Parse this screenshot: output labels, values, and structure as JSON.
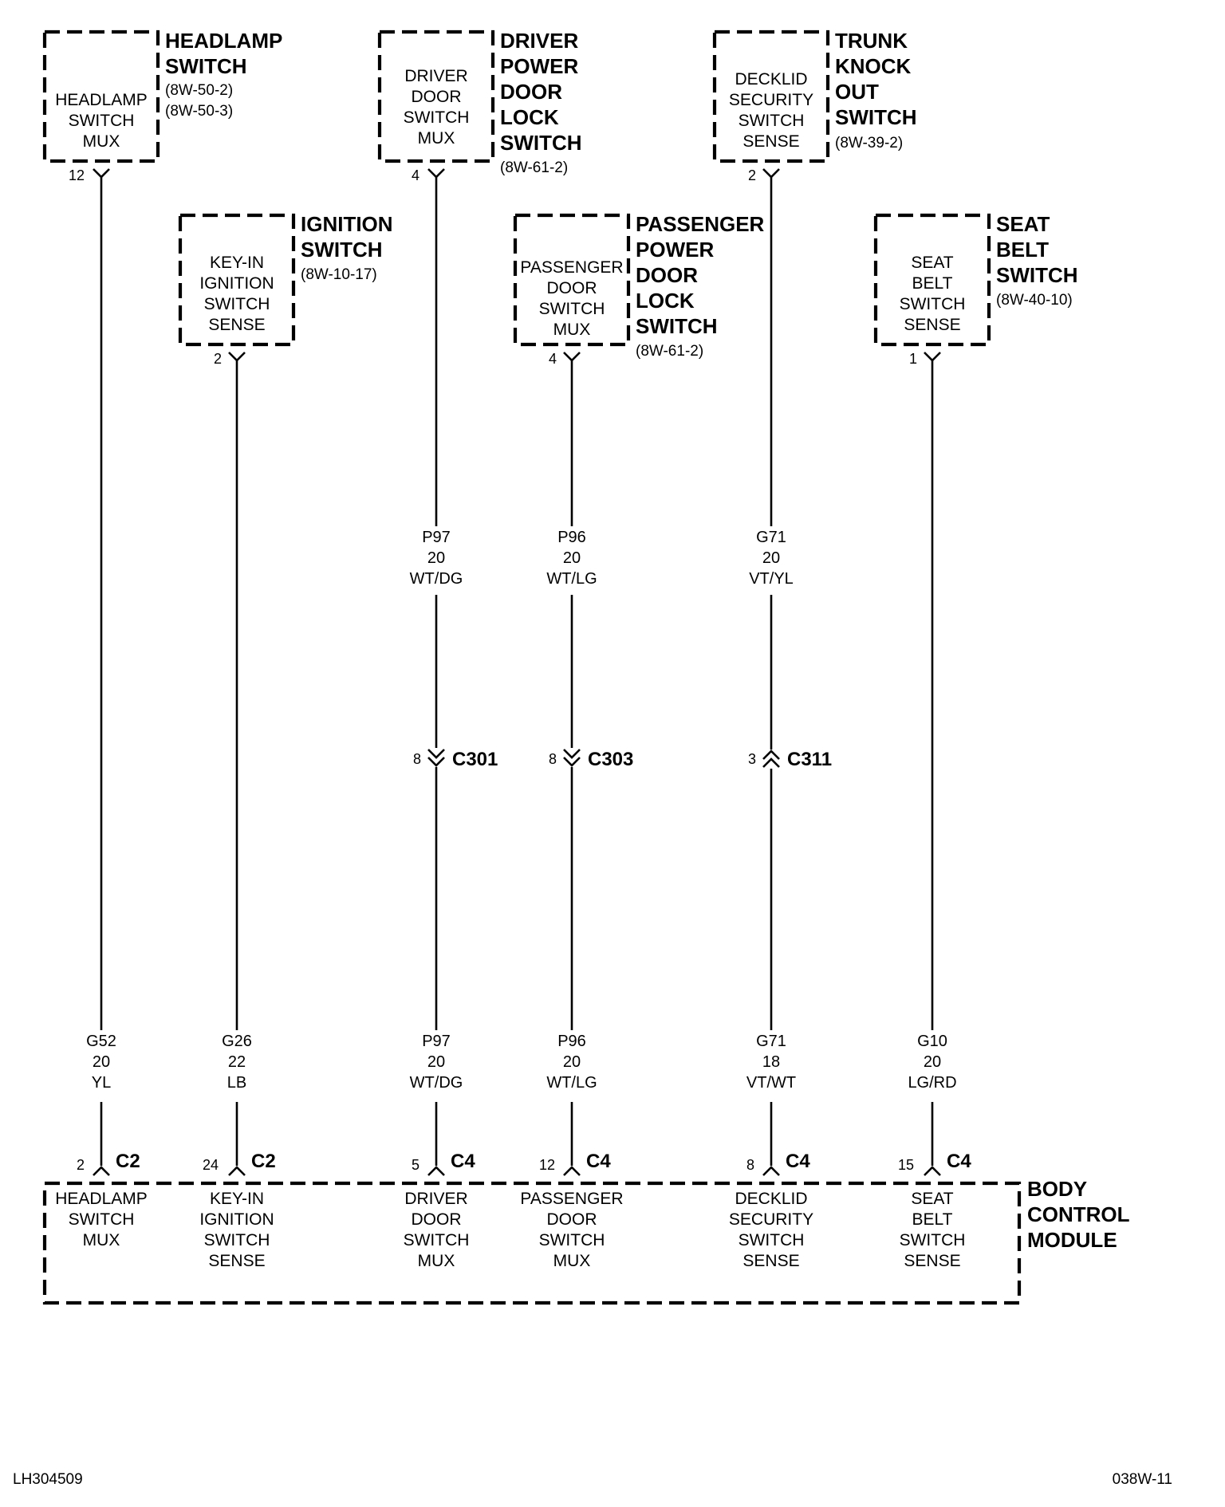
{
  "components": {
    "headlamp": {
      "title": [
        "HEADLAMP",
        "SWITCH"
      ],
      "refs": [
        "(8W-50-2)",
        "(8W-50-3)"
      ],
      "inner": [
        "HEADLAMP",
        "SWITCH",
        "MUX"
      ],
      "pin": "12"
    },
    "driver": {
      "title": [
        "DRIVER",
        "POWER",
        "DOOR",
        "LOCK",
        "SWITCH"
      ],
      "refs": [
        "(8W-61-2)"
      ],
      "inner": [
        "DRIVER",
        "DOOR",
        "SWITCH",
        "MUX"
      ],
      "pin": "4"
    },
    "trunk": {
      "title": [
        "TRUNK",
        "KNOCK",
        "OUT",
        "SWITCH"
      ],
      "refs": [
        "(8W-39-2)"
      ],
      "inner": [
        "DECKLID",
        "SECURITY",
        "SWITCH",
        "SENSE"
      ],
      "pin": "2"
    },
    "ignition": {
      "title": [
        "IGNITION",
        "SWITCH"
      ],
      "refs": [
        "(8W-10-17)"
      ],
      "inner": [
        "KEY-IN",
        "IGNITION",
        "SWITCH",
        "SENSE"
      ],
      "pin": "2"
    },
    "passenger": {
      "title": [
        "PASSENGER",
        "POWER",
        "DOOR",
        "LOCK",
        "SWITCH"
      ],
      "refs": [
        "(8W-61-2)"
      ],
      "inner": [
        "PASSENGER",
        "DOOR",
        "SWITCH",
        "MUX"
      ],
      "pin": "4"
    },
    "seatbelt": {
      "title": [
        "SEAT",
        "BELT",
        "SWITCH"
      ],
      "refs": [
        "(8W-40-10)"
      ],
      "inner": [
        "SEAT",
        "BELT",
        "SWITCH",
        "SENSE"
      ],
      "pin": "1"
    }
  },
  "upper_wires": {
    "driver": [
      "P97",
      "20",
      "WT/DG"
    ],
    "passenger": [
      "P96",
      "20",
      "WT/LG"
    ],
    "trunk": [
      "G71",
      "20",
      "VT/YL"
    ]
  },
  "inline_connectors": {
    "driver": {
      "pin": "8",
      "name": "C301"
    },
    "passenger": {
      "pin": "8",
      "name": "C303"
    },
    "trunk": {
      "pin": "3",
      "name": "C311"
    }
  },
  "lower_wires": {
    "headlamp": [
      "G52",
      "20",
      "YL"
    ],
    "ignition": [
      "G26",
      "22",
      "LB"
    ],
    "driver": [
      "P97",
      "20",
      "WT/DG"
    ],
    "passenger": [
      "P96",
      "20",
      "WT/LG"
    ],
    "trunk": [
      "G71",
      "18",
      "VT/WT"
    ],
    "seatbelt": [
      "G10",
      "20",
      "LG/RD"
    ]
  },
  "bcm": {
    "title": [
      "BODY",
      "CONTROL",
      "MODULE"
    ],
    "terminals": {
      "headlamp": {
        "pin": "2",
        "connector": "C2",
        "inner": [
          "HEADLAMP",
          "SWITCH",
          "MUX"
        ]
      },
      "ignition": {
        "pin": "24",
        "connector": "C2",
        "inner": [
          "KEY-IN",
          "IGNITION",
          "SWITCH",
          "SENSE"
        ]
      },
      "driver": {
        "pin": "5",
        "connector": "C4",
        "inner": [
          "DRIVER",
          "DOOR",
          "SWITCH",
          "MUX"
        ]
      },
      "passenger": {
        "pin": "12",
        "connector": "C4",
        "inner": [
          "PASSENGER",
          "DOOR",
          "SWITCH",
          "MUX"
        ]
      },
      "trunk": {
        "pin": "8",
        "connector": "C4",
        "inner": [
          "DECKLID",
          "SECURITY",
          "SWITCH",
          "SENSE"
        ]
      },
      "seatbelt": {
        "pin": "15",
        "connector": "C4",
        "inner": [
          "SEAT",
          "BELT",
          "SWITCH",
          "SENSE"
        ]
      }
    }
  },
  "footer": {
    "left": "LH304509",
    "right": "038W-11"
  }
}
